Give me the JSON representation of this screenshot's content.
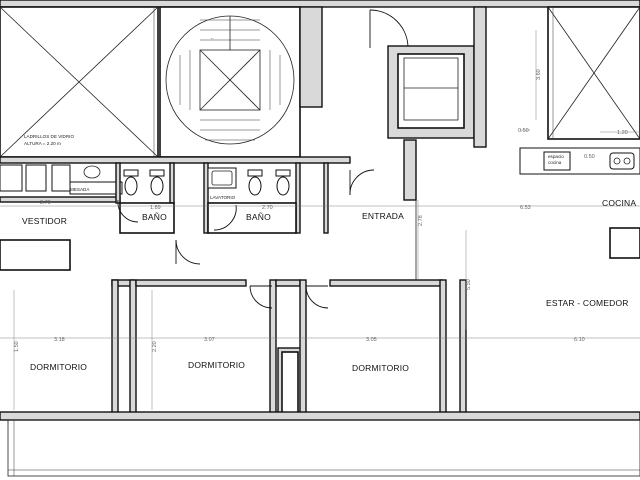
{
  "rooms": {
    "vestidor": "VESTIDOR",
    "bano_1": "BAÑO",
    "bano_2": "BAÑO",
    "entrada": "ENTRADA",
    "cocina": "COCINA",
    "estar_comedor": "ESTAR - COMEDOR",
    "dormitorio_1": "DORMITORIO",
    "dormitorio_2": "DORMITORIO",
    "dormitorio_3": "DORMITORIO"
  },
  "notes": {
    "ladrillos_line1": "LADRILLOS DE VIDRIO",
    "ladrillos_line2": "ALTURA = 2.20 m",
    "mesada": "MESADA",
    "espacio_cocina_line1": "espacio",
    "espacio_cocina_line2": "cocina",
    "lavatorio": "LAVATORIO"
  },
  "dimensions": {
    "d_2_70_left": "2.70",
    "d_1_89": "1.89",
    "d_2_70_mid": "2.70",
    "d_2_78": "2.78",
    "d_6_53": "6.53",
    "d_3_18": "3.18",
    "d_3_07": "3.07",
    "d_3_05": "3.05",
    "d_6_10": "6.10",
    "d_3_60": "3.60",
    "d_0_50": "0.50",
    "d_1_20": "1.20",
    "d_0_50_b": "0.50",
    "d_5_50": "5.50",
    "d_1_50": "1.50",
    "d_2_20": "2.20"
  }
}
